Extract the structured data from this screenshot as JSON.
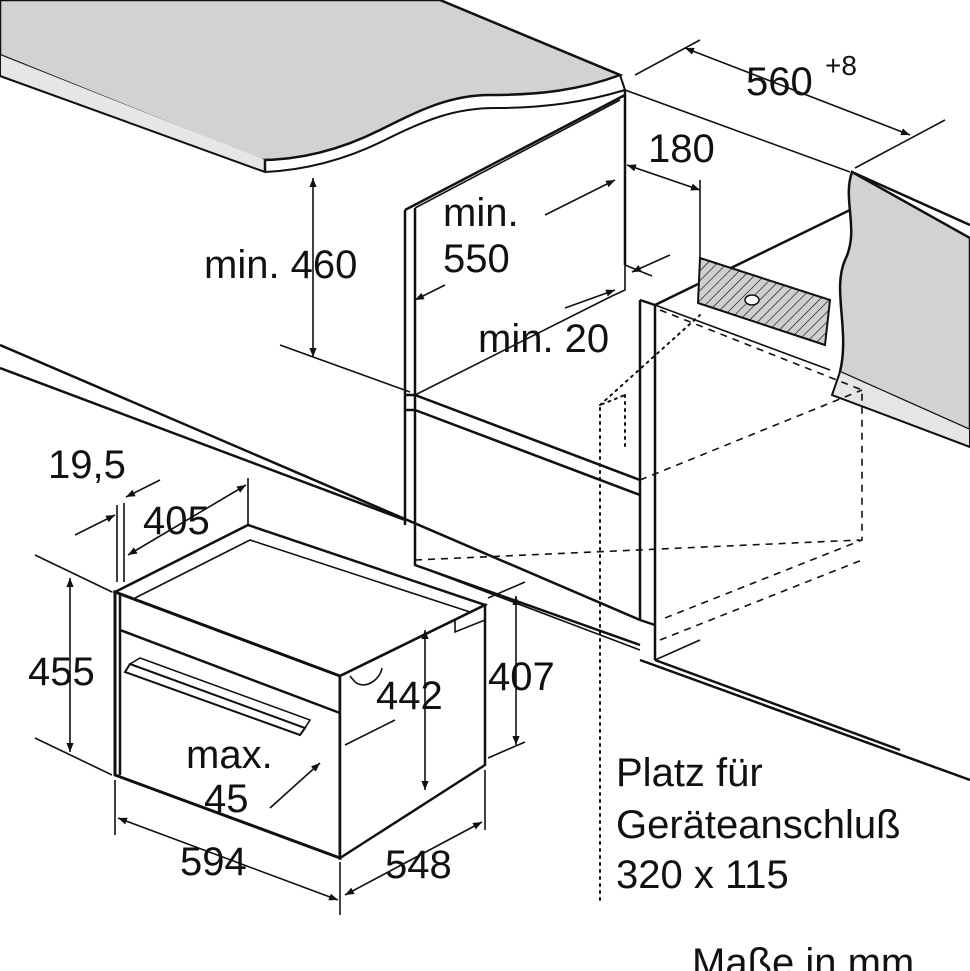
{
  "dimensions": {
    "niche_width": "560",
    "niche_width_tolerance": "+8",
    "socket_offset": "180",
    "niche_depth_line1": "min.",
    "niche_depth_line2": "550",
    "upper_clearance": "min. 460",
    "side_gap": "min. 20",
    "front_offset": "19,5",
    "depth_405": "405",
    "height_455": "455",
    "height_442": "442",
    "height_407": "407",
    "protrusion_line1": "max.",
    "protrusion_line2": "45",
    "width_594": "594",
    "depth_548": "548"
  },
  "connection_note": {
    "line1": "Platz für",
    "line2": "Geräteanschluß",
    "line3": "320 x 115"
  },
  "units_note": "Maße in mm",
  "colors": {
    "countertop": "#d2d2d2",
    "cabinet_side": "#ffffff",
    "hatch_fill": "#c8c8c8",
    "line": "#111111"
  }
}
